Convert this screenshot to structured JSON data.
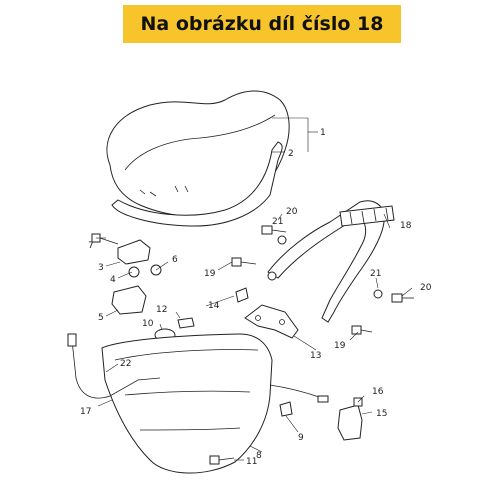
{
  "banner": {
    "text": "Na obrázku díl číslo 18"
  },
  "diagram": {
    "callouts": [
      {
        "id": "1",
        "label": "1"
      },
      {
        "id": "2",
        "label": "2"
      },
      {
        "id": "3",
        "label": "3"
      },
      {
        "id": "4",
        "label": "4"
      },
      {
        "id": "5",
        "label": "5"
      },
      {
        "id": "6",
        "label": "6"
      },
      {
        "id": "7",
        "label": "7"
      },
      {
        "id": "8",
        "label": "8"
      },
      {
        "id": "9",
        "label": "9"
      },
      {
        "id": "10",
        "label": "10"
      },
      {
        "id": "11",
        "label": "11"
      },
      {
        "id": "12",
        "label": "12"
      },
      {
        "id": "13",
        "label": "13"
      },
      {
        "id": "14",
        "label": "14"
      },
      {
        "id": "15",
        "label": "15"
      },
      {
        "id": "16",
        "label": "16"
      },
      {
        "id": "17",
        "label": "17"
      },
      {
        "id": "18",
        "label": "18"
      },
      {
        "id": "19a",
        "label": "19"
      },
      {
        "id": "19b",
        "label": "19"
      },
      {
        "id": "20a",
        "label": "20"
      },
      {
        "id": "20b",
        "label": "20"
      },
      {
        "id": "21a",
        "label": "21"
      },
      {
        "id": "21b",
        "label": "21"
      },
      {
        "id": "22",
        "label": "22"
      }
    ]
  }
}
